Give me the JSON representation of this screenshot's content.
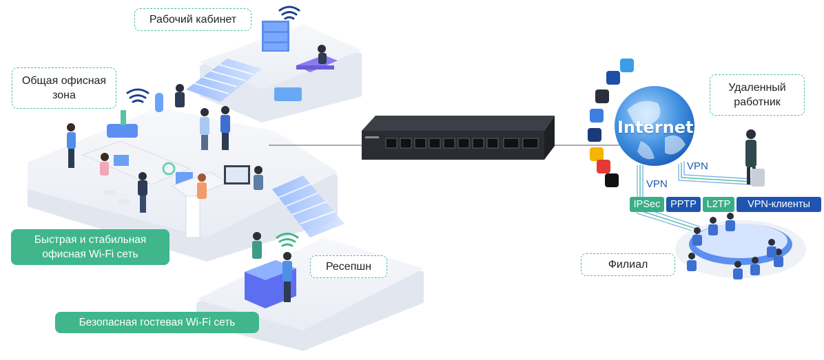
{
  "callouts": {
    "study": "Рабочий кабинет",
    "common_line1": "Общая офисная",
    "common_line2": "зона",
    "reception": "Ресепшн",
    "remote_line1": "Удаленный",
    "remote_line2": "работник",
    "branch": "Филиал"
  },
  "banners": {
    "wifi_fast_line1": "Быстрая и стабильная",
    "wifi_fast_line2": "офисная Wi-Fi сеть",
    "wifi_guest": "Безопасная гостевая Wi-Fi сеть"
  },
  "internet": {
    "label": "Internet",
    "vpn_left": "VPN",
    "vpn_right": "VPN"
  },
  "protocols": [
    "IPSec",
    "PPTP",
    "L2TP",
    "VPN-клиенты"
  ],
  "colors": {
    "accent_green": "#3fb68b",
    "protocol_green": "#3aae86",
    "protocol_blue": "#1f55b0",
    "globe_blue": "#3f8fe0",
    "platform": "#eef1f6"
  },
  "icons": [
    "twitter-icon",
    "facebook-icon",
    "amazon-icon",
    "skype-icon",
    "photoshop-icon",
    "alert-icon",
    "youtube-icon",
    "tiktok-icon"
  ]
}
